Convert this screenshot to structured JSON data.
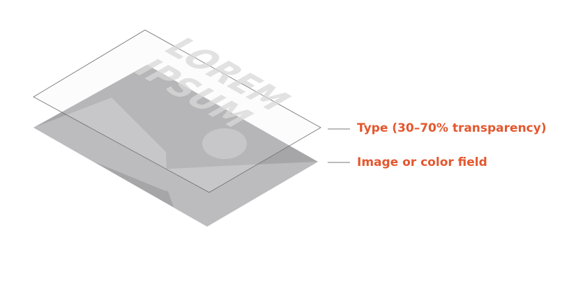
{
  "diagram": {
    "overlay_text_line1": "LOREM",
    "overlay_text_line2": "IPSUM",
    "callouts": {
      "type_layer": "Type (30–70% transparency)",
      "image_layer": "Image or color field"
    }
  },
  "colors": {
    "accent": "#e4572e",
    "image_field": "#a6a6a8",
    "image_shapes": "#bcbcbe",
    "type_layer_tint": "#f2f2f2",
    "outline": "#6d6d6d",
    "leader_line": "#7a7a7a"
  }
}
